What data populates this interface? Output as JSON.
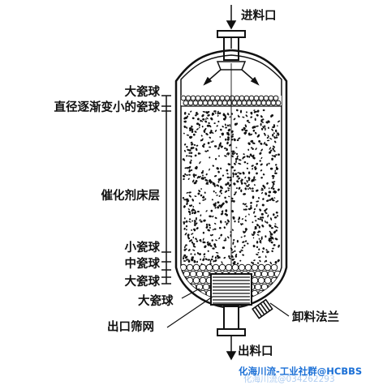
{
  "labels": {
    "inlet": "进料口",
    "large_balls_top": "大瓷球",
    "graded_balls": "直径逐渐变小的瓷球",
    "catalyst_bed": "催化剂床层",
    "small_balls": "小瓷球",
    "medium_balls": "中瓷球",
    "large_balls_bottom_1": "大瓷球",
    "large_balls_bottom_2": "大瓷球",
    "outlet_screen": "出口筛网",
    "unloading_flange": "卸料法兰",
    "outlet": "出料口"
  },
  "watermark": {
    "text": "化海川流-工业社群@HCBBS",
    "faint_text": "化海川流@034262293",
    "color": "#1a6fd6"
  }
}
